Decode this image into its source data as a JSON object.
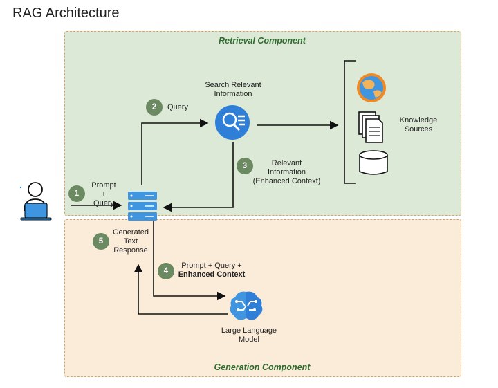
{
  "title": "RAG Architecture",
  "panels": {
    "retrieval": "Retrieval Component",
    "generation": "Generation Component"
  },
  "steps": [
    "1",
    "2",
    "3",
    "4",
    "5"
  ],
  "labels": {
    "prompt_query_1": "Prompt",
    "prompt_query_2": "+",
    "prompt_query_3": "Query",
    "query": "Query",
    "search_1": "Search Relevant",
    "search_2": "Information",
    "relevant_1": "Relevant",
    "relevant_2": "Information",
    "relevant_3": "(Enhanced Context)",
    "knowledge_1": "Knowledge",
    "knowledge_2": "Sources",
    "generated_1": "Generated",
    "generated_2": "Text",
    "generated_3": "Response",
    "pqe_1": "Prompt + Query +",
    "pqe_2": "Enhanced Context",
    "llm_1": "Large Language",
    "llm_2": "Model"
  },
  "icons": {
    "user": "user-at-laptop-icon",
    "server": "server-stack-icon",
    "search": "search-list-icon",
    "globe": "globe-icon",
    "documents": "documents-icon",
    "database": "database-icon",
    "brain": "brain-icon"
  },
  "colors": {
    "retrieval_bg": "#dce9d6",
    "generation_bg": "#fbebd9",
    "step_circle": "#6b8a62",
    "accent_blue": "#2f7fd8"
  }
}
